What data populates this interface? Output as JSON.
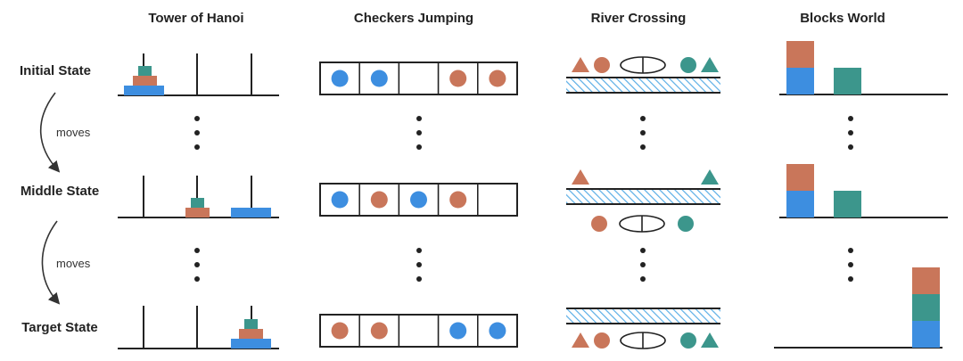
{
  "columns": {
    "hanoi": "Tower of Hanoi",
    "checkers": "Checkers Jumping",
    "river": "River Crossing",
    "blocks": "Blocks World"
  },
  "rows": {
    "initial": "Initial State",
    "middle": "Middle State",
    "target": "Target State"
  },
  "arrows": {
    "first": "moves",
    "second": "moves"
  },
  "colors": {
    "blue": "#3d8ee0",
    "orange": "#c9765a",
    "teal": "#3c968c",
    "line": "#222222",
    "hatch": "#5aaee6"
  },
  "checkers_states": {
    "initial": [
      "blue",
      "blue",
      "empty",
      "orange",
      "orange"
    ],
    "middle": [
      "blue",
      "orange",
      "blue",
      "orange",
      "empty"
    ],
    "target": [
      "orange",
      "orange",
      "empty",
      "blue",
      "blue"
    ]
  }
}
